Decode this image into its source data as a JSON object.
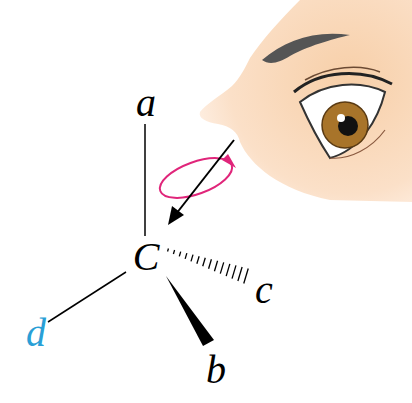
{
  "diagram": {
    "labels": [
      "a",
      "C",
      "c",
      "d",
      "b"
    ]
  }
}
